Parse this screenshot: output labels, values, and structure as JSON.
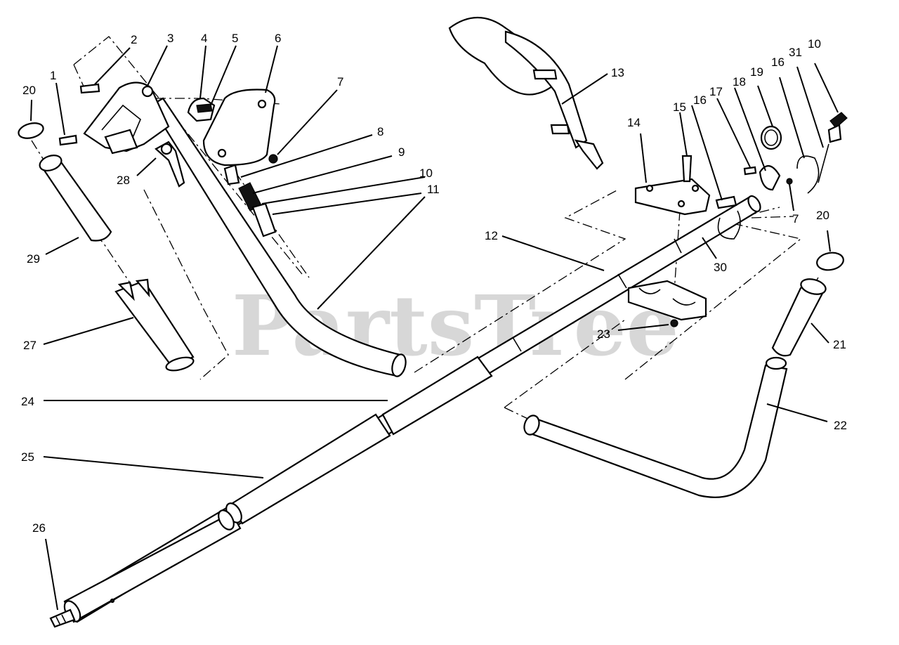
{
  "watermark": "PartsTree",
  "callouts": {
    "c1": "1",
    "c2": "2",
    "c3": "3",
    "c4": "4",
    "c5": "5",
    "c6": "6",
    "c7a": "7",
    "c7b": "7",
    "c8": "8",
    "c9": "9",
    "c10a": "10",
    "c10b": "10",
    "c11": "11",
    "c12": "12",
    "c13": "13",
    "c14": "14",
    "c15": "15",
    "c16a": "16",
    "c16b": "16",
    "c17": "17",
    "c18": "18",
    "c19": "19",
    "c20a": "20",
    "c20b": "20",
    "c21": "21",
    "c22": "22",
    "c23": "23",
    "c24": "24",
    "c25": "25",
    "c26": "26",
    "c27": "27",
    "c28": "28",
    "c29": "29",
    "c30": "30",
    "c31": "31"
  }
}
